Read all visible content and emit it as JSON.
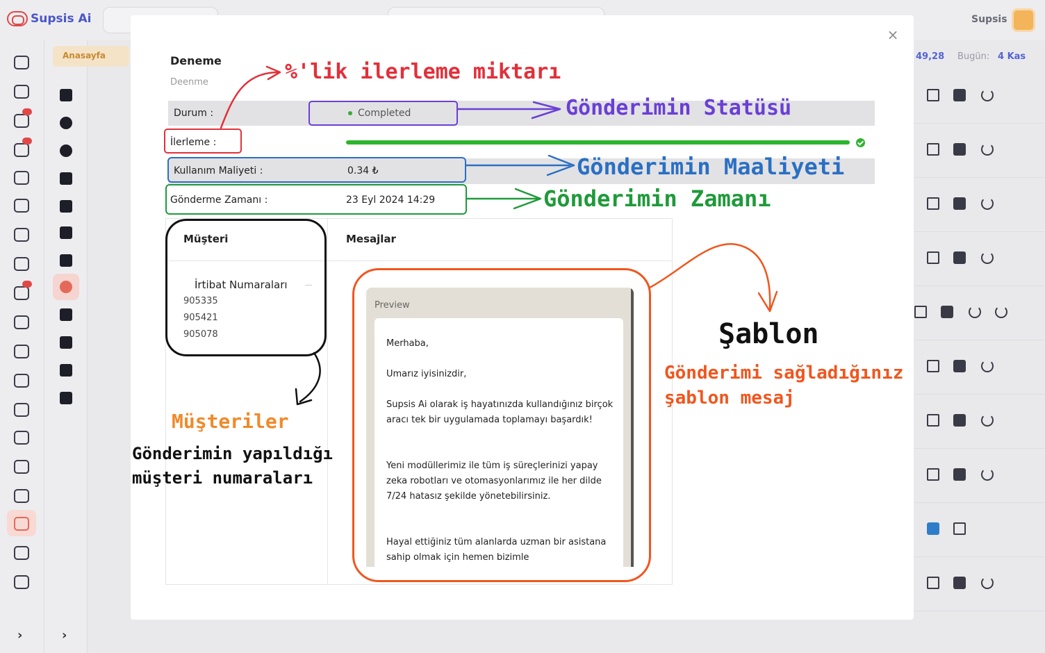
{
  "app": {
    "name": "Supsis Ai",
    "user": "Supsis"
  },
  "breadcrumb": {
    "home": "Anasayfa"
  },
  "stats": {
    "value": "49,28",
    "today_label": "Bugün:",
    "today_value": "4 Kas"
  },
  "modal": {
    "title": "Deneme",
    "subtitle": "Deenme",
    "close_label": "×",
    "status_label": "Durum :",
    "status_value": "Completed",
    "progress_label": "İlerleme :",
    "progress_percent": 100,
    "cost_label": "Kullanım Maliyeti :",
    "cost_value": "0.34 ₺",
    "time_label": "Gönderme Zamanı :",
    "time_value": "23 Eyl 2024 14:29",
    "table": {
      "col_customer": "Müşteri",
      "col_messages": "Mesajlar",
      "contact_title": "İrtibat Numaraları",
      "numbers": [
        "905335",
        "905421",
        "905078"
      ]
    },
    "preview": {
      "label": "Preview",
      "lines": [
        "Merhaba,",
        "Umarız iyisinizdir,",
        "Supsis Ai olarak iş hayatınızda kullandığınız birçok aracı tek bir uygulamada toplamayı başardık!",
        "Yeni modüllerimiz ile tüm iş süreçlerinizi yapay zeka robotları ve otomasyonlarımız ile her dilde 7/24 hatasız şekilde yönetebilirsiniz.",
        "Hayal ettiğiniz tüm alanlarda uzman bir asistana sahip olmak için hemen bizimle"
      ]
    }
  },
  "annotations": {
    "progress": "%'lik ilerleme miktarı",
    "status": "Gönderimin Statüsü",
    "cost": "Gönderimin Maaliyeti",
    "time": "Gönderimin Zamanı",
    "customers_title": "Müşteriler",
    "customers_desc_1": "Gönderimin yapıldığı",
    "customers_desc_2": "müşteri numaraları",
    "template_title": "Şablon",
    "template_desc_1": "Gönderimi sağladığınız",
    "template_desc_2": "şablon mesaj"
  },
  "colors": {
    "red": "#e2303a",
    "purple": "#6a3fd6",
    "blue": "#2a6fc4",
    "green": "#1f9a3a",
    "orange": "#f0561e",
    "black": "#111111"
  }
}
